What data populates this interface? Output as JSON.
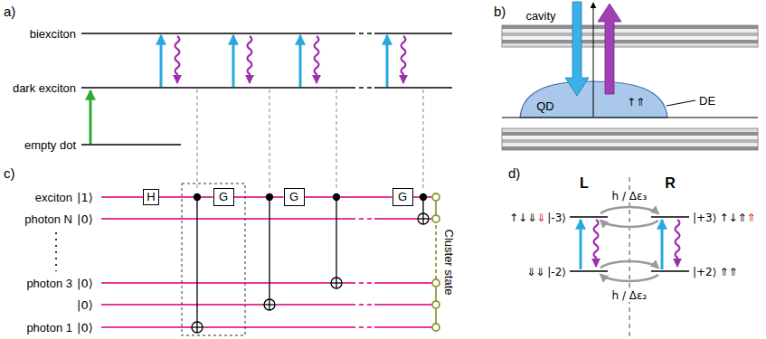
{
  "diagram": {
    "nodes": [
      {
        "text": [
          "H"
        ]
      },
      {
        "text": [
          "G"
        ]
      },
      {
        "text": [
          "G"
        ]
      },
      {
        "text": [
          "G"
        ]
      }
    ],
    "edges": [
      {
        "from": 0,
        "to": 1,
        "arrow": "none"
      },
      {
        "from": 1,
        "to": 2,
        "arrow": "none"
      },
      {
        "from": 2,
        "to": 3,
        "arrow": "none"
      }
    ],
    "labels": [
      "a)",
      "biexciton",
      "dark exciton",
      "empty dot",
      "b)",
      "cavity",
      "QD",
      "↑⇑",
      "DE",
      "c)",
      "exciton",
      "|1⟩",
      "photon N",
      "|0⟩",
      "photon 3",
      "|0⟩",
      "|0⟩",
      "photon 1",
      "|0⟩",
      "Cluster state",
      "d)",
      "L",
      "R",
      "h / Δε₃",
      "↑↓⇓",
      "⇓",
      "|-3⟩",
      "|+3⟩",
      "↑↓⇑",
      "⇑",
      "⇓⇓",
      "|-2⟩",
      "|+2⟩",
      "⇑⇑",
      "h / Δε₂"
    ]
  }
}
